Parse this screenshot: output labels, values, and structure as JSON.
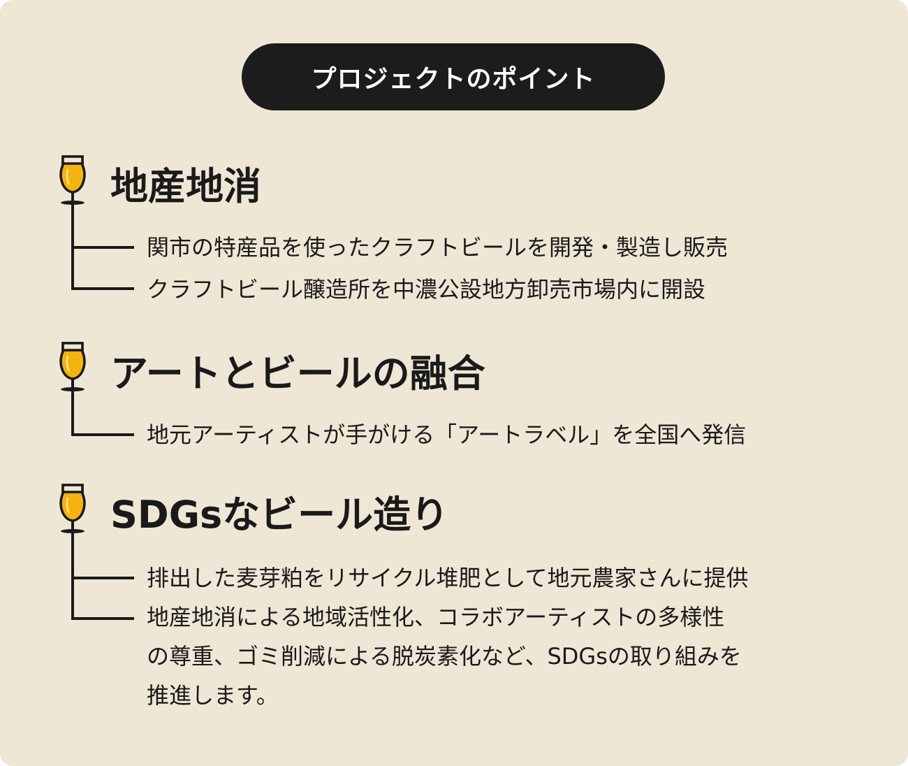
{
  "title": "プロジェクトのポイント",
  "colors": {
    "background": "#efe7d5",
    "beer": "#f6b20f",
    "dark": "#1c1c1c"
  },
  "sections": [
    {
      "icon": "beer-glass-icon",
      "heading": "地産地消",
      "items": [
        "関市の特産品を使ったクラフトビールを開発・製造し販売",
        "クラフトビール醸造所を中濃公設地方卸売市場内に開設"
      ]
    },
    {
      "icon": "beer-glass-icon",
      "heading": "アートとビールの融合",
      "items": [
        "地元アーティストが手がける「アートラベル」を全国へ発信"
      ]
    },
    {
      "icon": "beer-glass-icon",
      "heading": "SDGsなビール造り",
      "items": [
        "排出した麦芽粕をリサイクル堆肥として地元農家さんに提供"
      ],
      "item2_lines": [
        "地産地消による地域活性化、コラボアーティストの多様性",
        "の尊重、ゴミ削減による脱炭素化など、SDGsの取り組みを",
        "推進します。"
      ]
    }
  ]
}
